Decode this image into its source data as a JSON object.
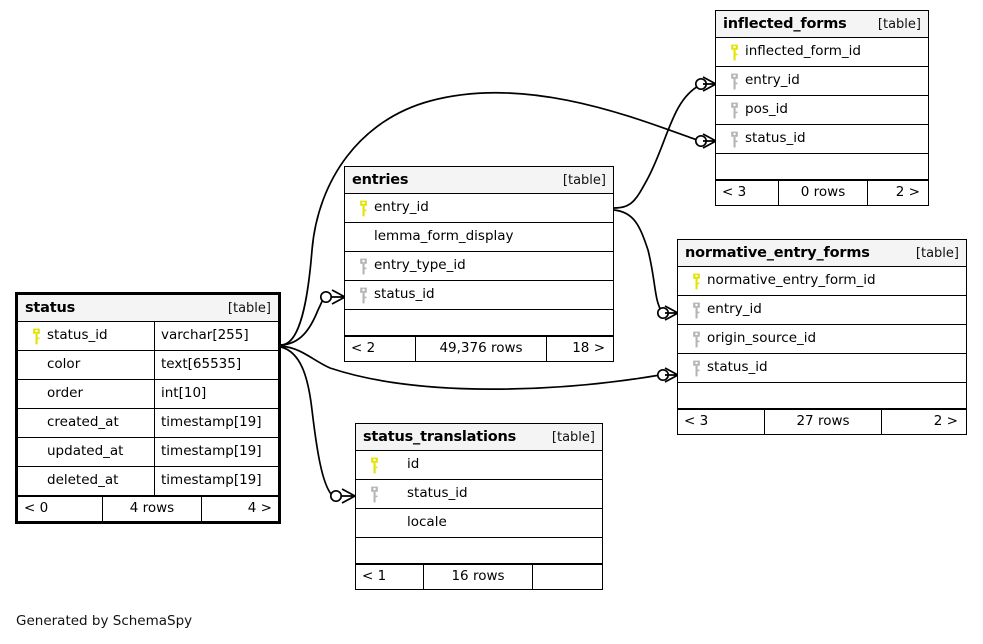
{
  "diagram": {
    "generator_text": "Generated by SchemaSpy",
    "table_kind_label": "[table]",
    "ellipsis": "...",
    "pk_color": "#e3e300",
    "fk_color": "#b4b4b4",
    "header_bg": "#f4f4f4",
    "line_color": "#000000"
  },
  "tables": {
    "status": {
      "name": "status",
      "kind": "[table]",
      "columns": [
        {
          "name": "status_id",
          "type": "varchar[255]",
          "key": "pk"
        },
        {
          "name": "color",
          "type": "text[65535]",
          "key": "none"
        },
        {
          "name": "order",
          "type": "int[10]",
          "key": "none"
        },
        {
          "name": "created_at",
          "type": "timestamp[19]",
          "key": "none"
        },
        {
          "name": "updated_at",
          "type": "timestamp[19]",
          "key": "none"
        },
        {
          "name": "deleted_at",
          "type": "timestamp[19]",
          "key": "none"
        }
      ],
      "footer": {
        "left": "< 0",
        "middle": "4 rows",
        "right": "4 >"
      }
    },
    "entries": {
      "name": "entries",
      "kind": "[table]",
      "columns": [
        {
          "name": "entry_id",
          "key": "pk"
        },
        {
          "name": "lemma_form_display",
          "key": "none"
        },
        {
          "name": "entry_type_id",
          "key": "fk"
        },
        {
          "name": "status_id",
          "key": "fk"
        }
      ],
      "footer": {
        "left": "< 2",
        "middle": "49,376 rows",
        "right": "18 >"
      }
    },
    "inflected_forms": {
      "name": "inflected_forms",
      "kind": "[table]",
      "columns": [
        {
          "name": "inflected_form_id",
          "key": "pk"
        },
        {
          "name": "entry_id",
          "key": "fk"
        },
        {
          "name": "pos_id",
          "key": "fk"
        },
        {
          "name": "status_id",
          "key": "fk"
        }
      ],
      "footer": {
        "left": "< 3",
        "middle": "0 rows",
        "right": "2 >"
      }
    },
    "normative_entry_forms": {
      "name": "normative_entry_forms",
      "kind": "[table]",
      "columns": [
        {
          "name": "normative_entry_form_id",
          "key": "pk"
        },
        {
          "name": "entry_id",
          "key": "fk"
        },
        {
          "name": "origin_source_id",
          "key": "fk"
        },
        {
          "name": "status_id",
          "key": "fk"
        }
      ],
      "footer": {
        "left": "< 3",
        "middle": "27 rows",
        "right": "2 >"
      }
    },
    "status_translations": {
      "name": "status_translations",
      "kind": "[table]",
      "columns": [
        {
          "name": "id",
          "key": "pk"
        },
        {
          "name": "status_id",
          "key": "fk"
        },
        {
          "name": "locale",
          "key": "none"
        }
      ],
      "footer": {
        "left": "< 1",
        "middle": "16 rows",
        "right": ""
      }
    }
  },
  "relationships": [
    {
      "from": "status",
      "from_column": "status_id",
      "to": "entries",
      "to_column": "status_id"
    },
    {
      "from": "status",
      "from_column": "status_id",
      "to": "inflected_forms",
      "to_column": "status_id"
    },
    {
      "from": "status",
      "from_column": "status_id",
      "to": "normative_entry_forms",
      "to_column": "status_id"
    },
    {
      "from": "status",
      "from_column": "status_id",
      "to": "status_translations",
      "to_column": "status_id"
    },
    {
      "from": "entries",
      "from_column": "entry_id",
      "to": "inflected_forms",
      "to_column": "entry_id"
    },
    {
      "from": "entries",
      "from_column": "entry_id",
      "to": "normative_entry_forms",
      "to_column": "entry_id"
    }
  ]
}
